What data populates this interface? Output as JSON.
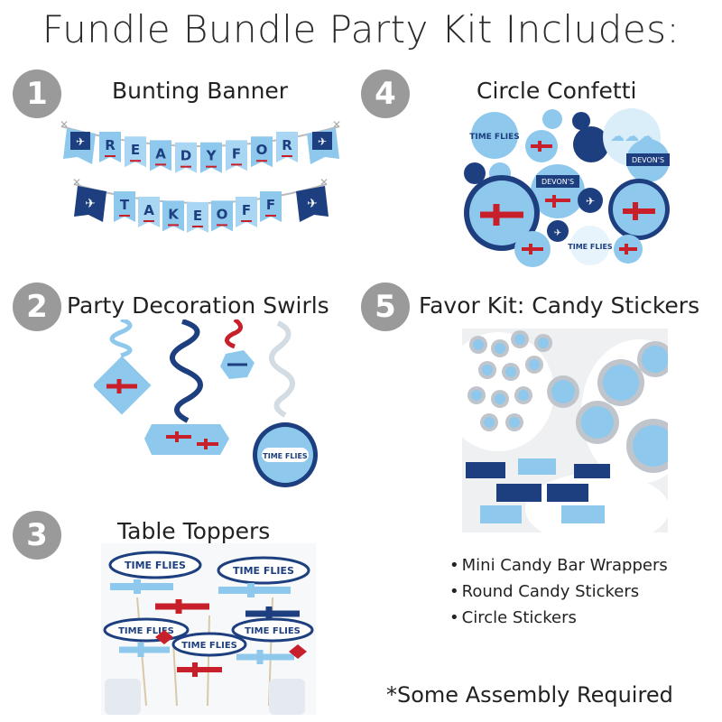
{
  "title": "Fundle Bundle Party Kit Includes:",
  "colors": {
    "sky": "#8ec8ec",
    "navy": "#1d3f7f",
    "red": "#c8202b",
    "badge": "#9a9a9a"
  },
  "sections": [
    {
      "number": "1",
      "label": "Bunting Banner"
    },
    {
      "number": "2",
      "label": "Party Decoration Swirls"
    },
    {
      "number": "3",
      "label": "Table Toppers"
    },
    {
      "number": "4",
      "label": "Circle Confetti"
    },
    {
      "number": "5",
      "label": "Favor Kit: Candy Stickers"
    }
  ],
  "banner": {
    "row1": [
      "R",
      "E",
      "A",
      "D",
      "Y",
      "F",
      "O",
      "R"
    ],
    "row2": [
      "T",
      "A",
      "K",
      "E",
      "O",
      "F",
      "F"
    ]
  },
  "confetti_text": {
    "name": "DEVON'S",
    "time_flies": "TIME FLIES"
  },
  "favor_items": [
    "Mini Candy Bar Wrappers",
    "Round Candy Stickers",
    "Circle Stickers"
  ],
  "note": "*Some Assembly Required"
}
